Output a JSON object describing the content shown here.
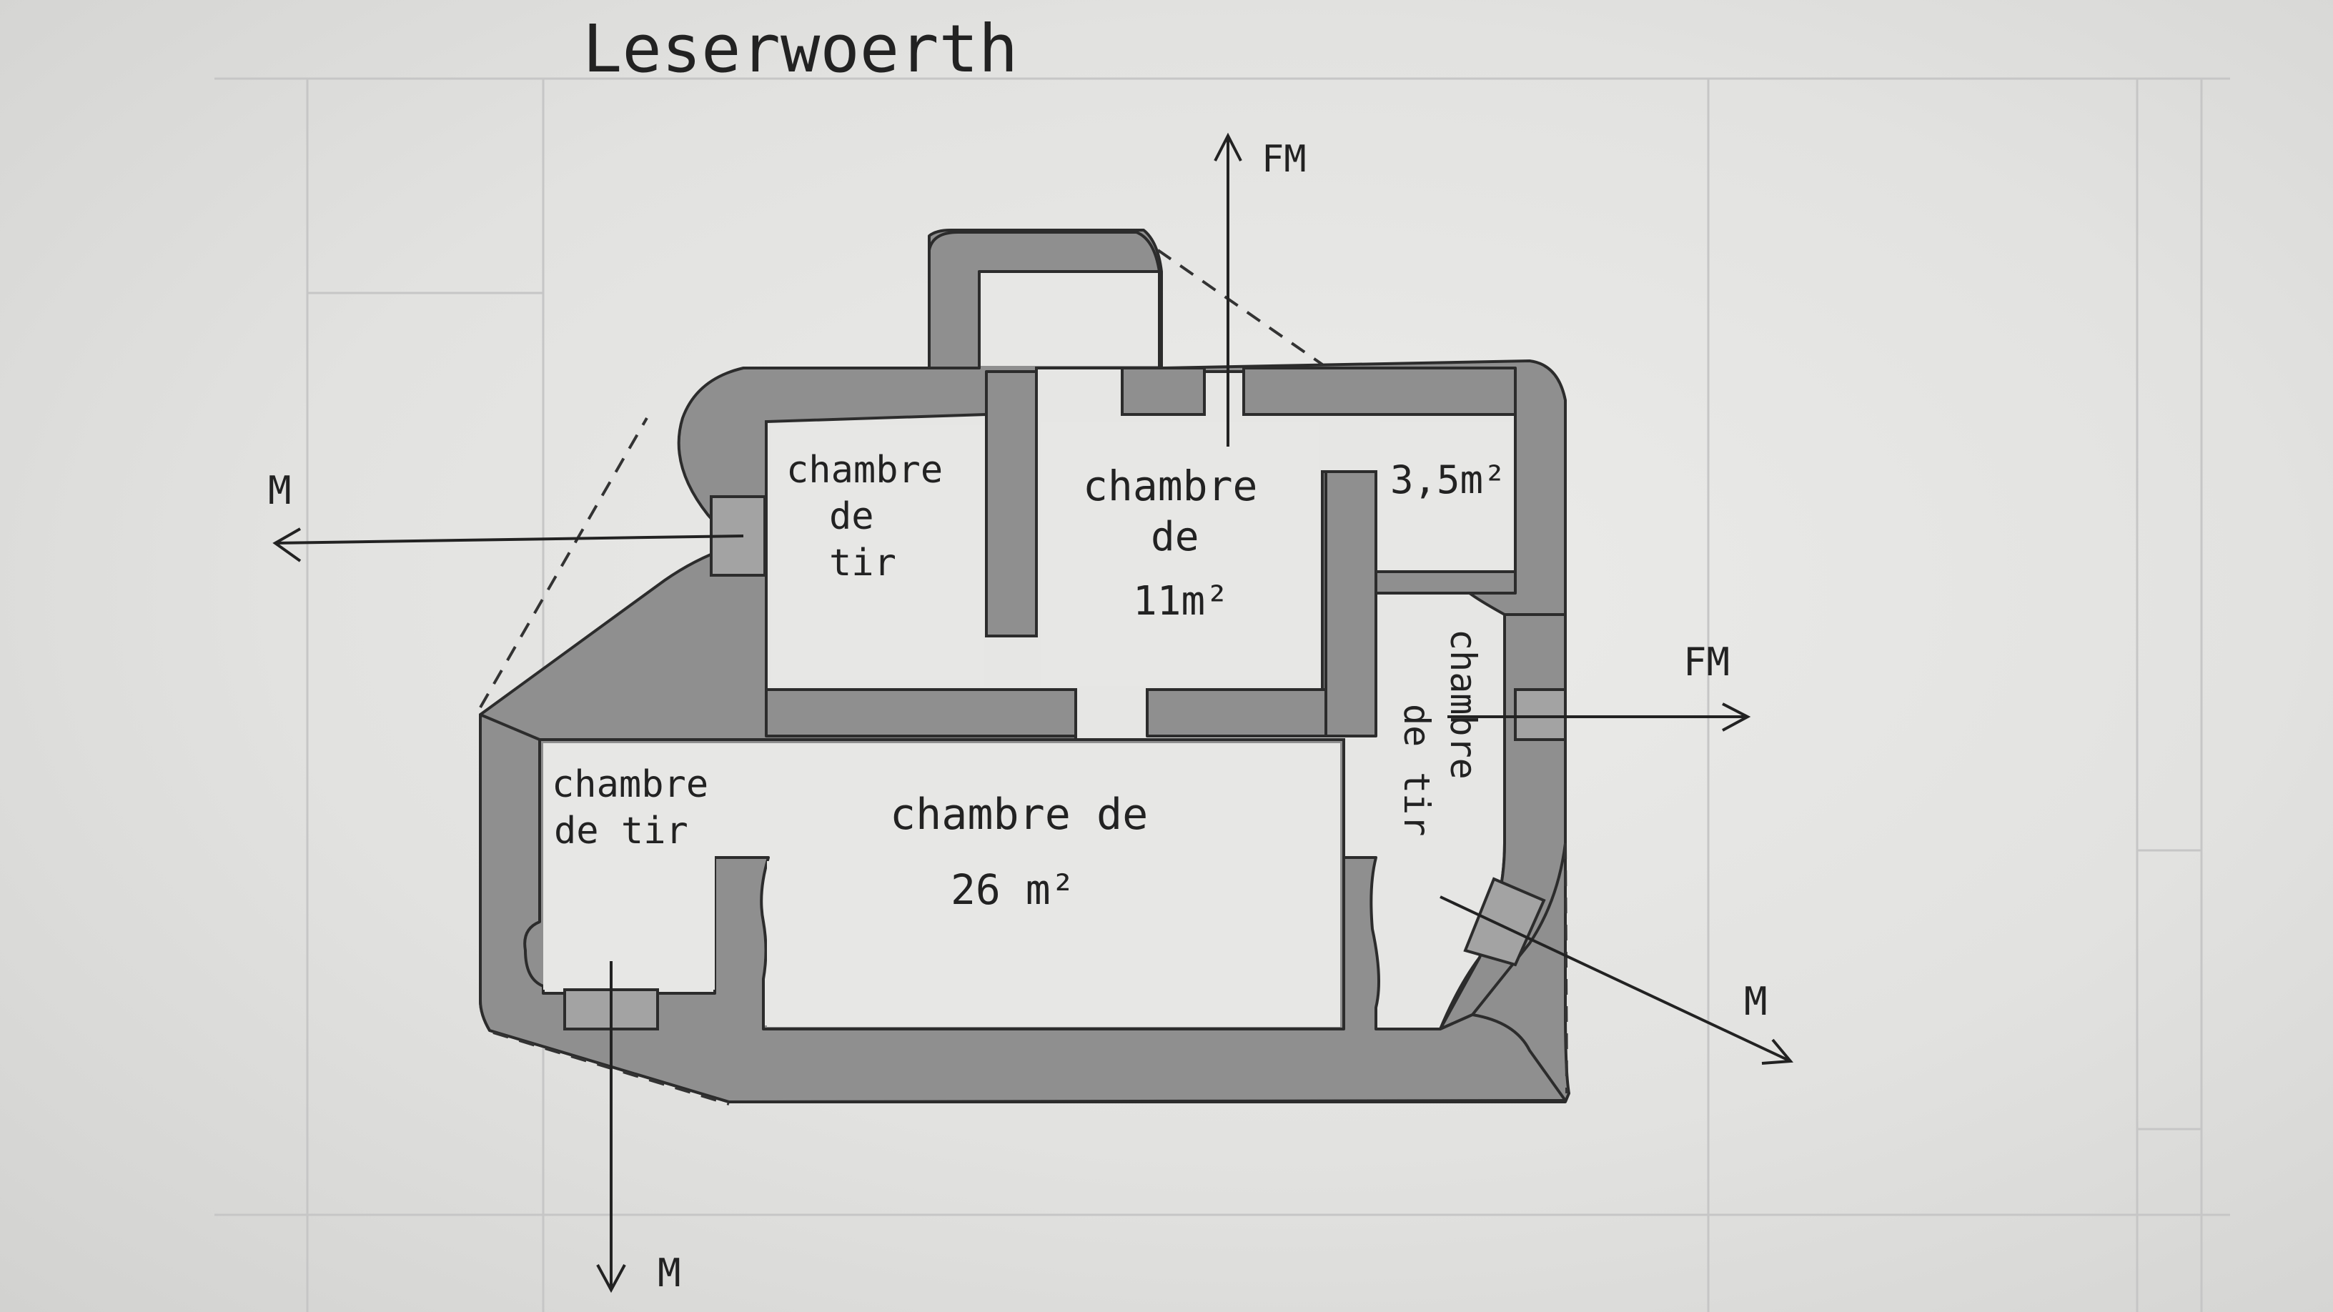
{
  "title": "Leserwoerth",
  "rooms": {
    "tir_top_left": [
      "chambre",
      "de",
      "tir"
    ],
    "main_top": [
      "chambre",
      "de",
      "11m²"
    ],
    "small_top_right": "3,5m²",
    "tir_right": [
      "chambre",
      "de",
      "tir"
    ],
    "tir_bottom_left": [
      "chambre",
      "de tir"
    ],
    "main_bottom": [
      "chambre de",
      "26 m²"
    ]
  },
  "arrows": {
    "top": "FM",
    "left": "M",
    "right_upper": "FM",
    "right_lower": "M",
    "bottom": "M"
  }
}
